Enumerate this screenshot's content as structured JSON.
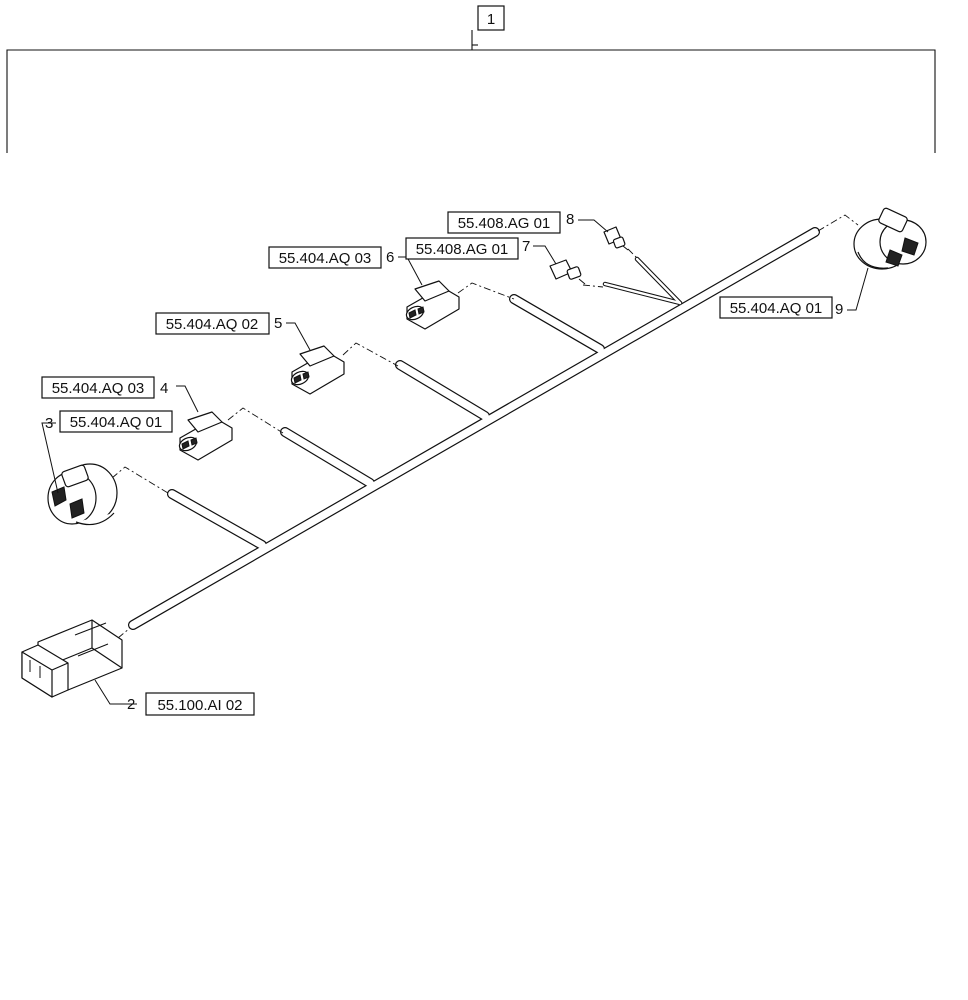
{
  "assembly": {
    "item": "1"
  },
  "callouts": [
    {
      "id": "c2",
      "item": "2",
      "ref": "55.100.AI 02"
    },
    {
      "id": "c3",
      "item": "3",
      "ref": "55.404.AQ 01"
    },
    {
      "id": "c4",
      "item": "4",
      "ref": "55.404.AQ 03"
    },
    {
      "id": "c5",
      "item": "5",
      "ref": "55.404.AQ 02"
    },
    {
      "id": "c6",
      "item": "6",
      "ref": "55.404.AQ 03"
    },
    {
      "id": "c7",
      "item": "7",
      "ref": "55.408.AG 01"
    },
    {
      "id": "c8",
      "item": "8",
      "ref": "55.408.AG 01"
    },
    {
      "id": "c9",
      "item": "9",
      "ref": "55.404.AQ 01"
    }
  ]
}
